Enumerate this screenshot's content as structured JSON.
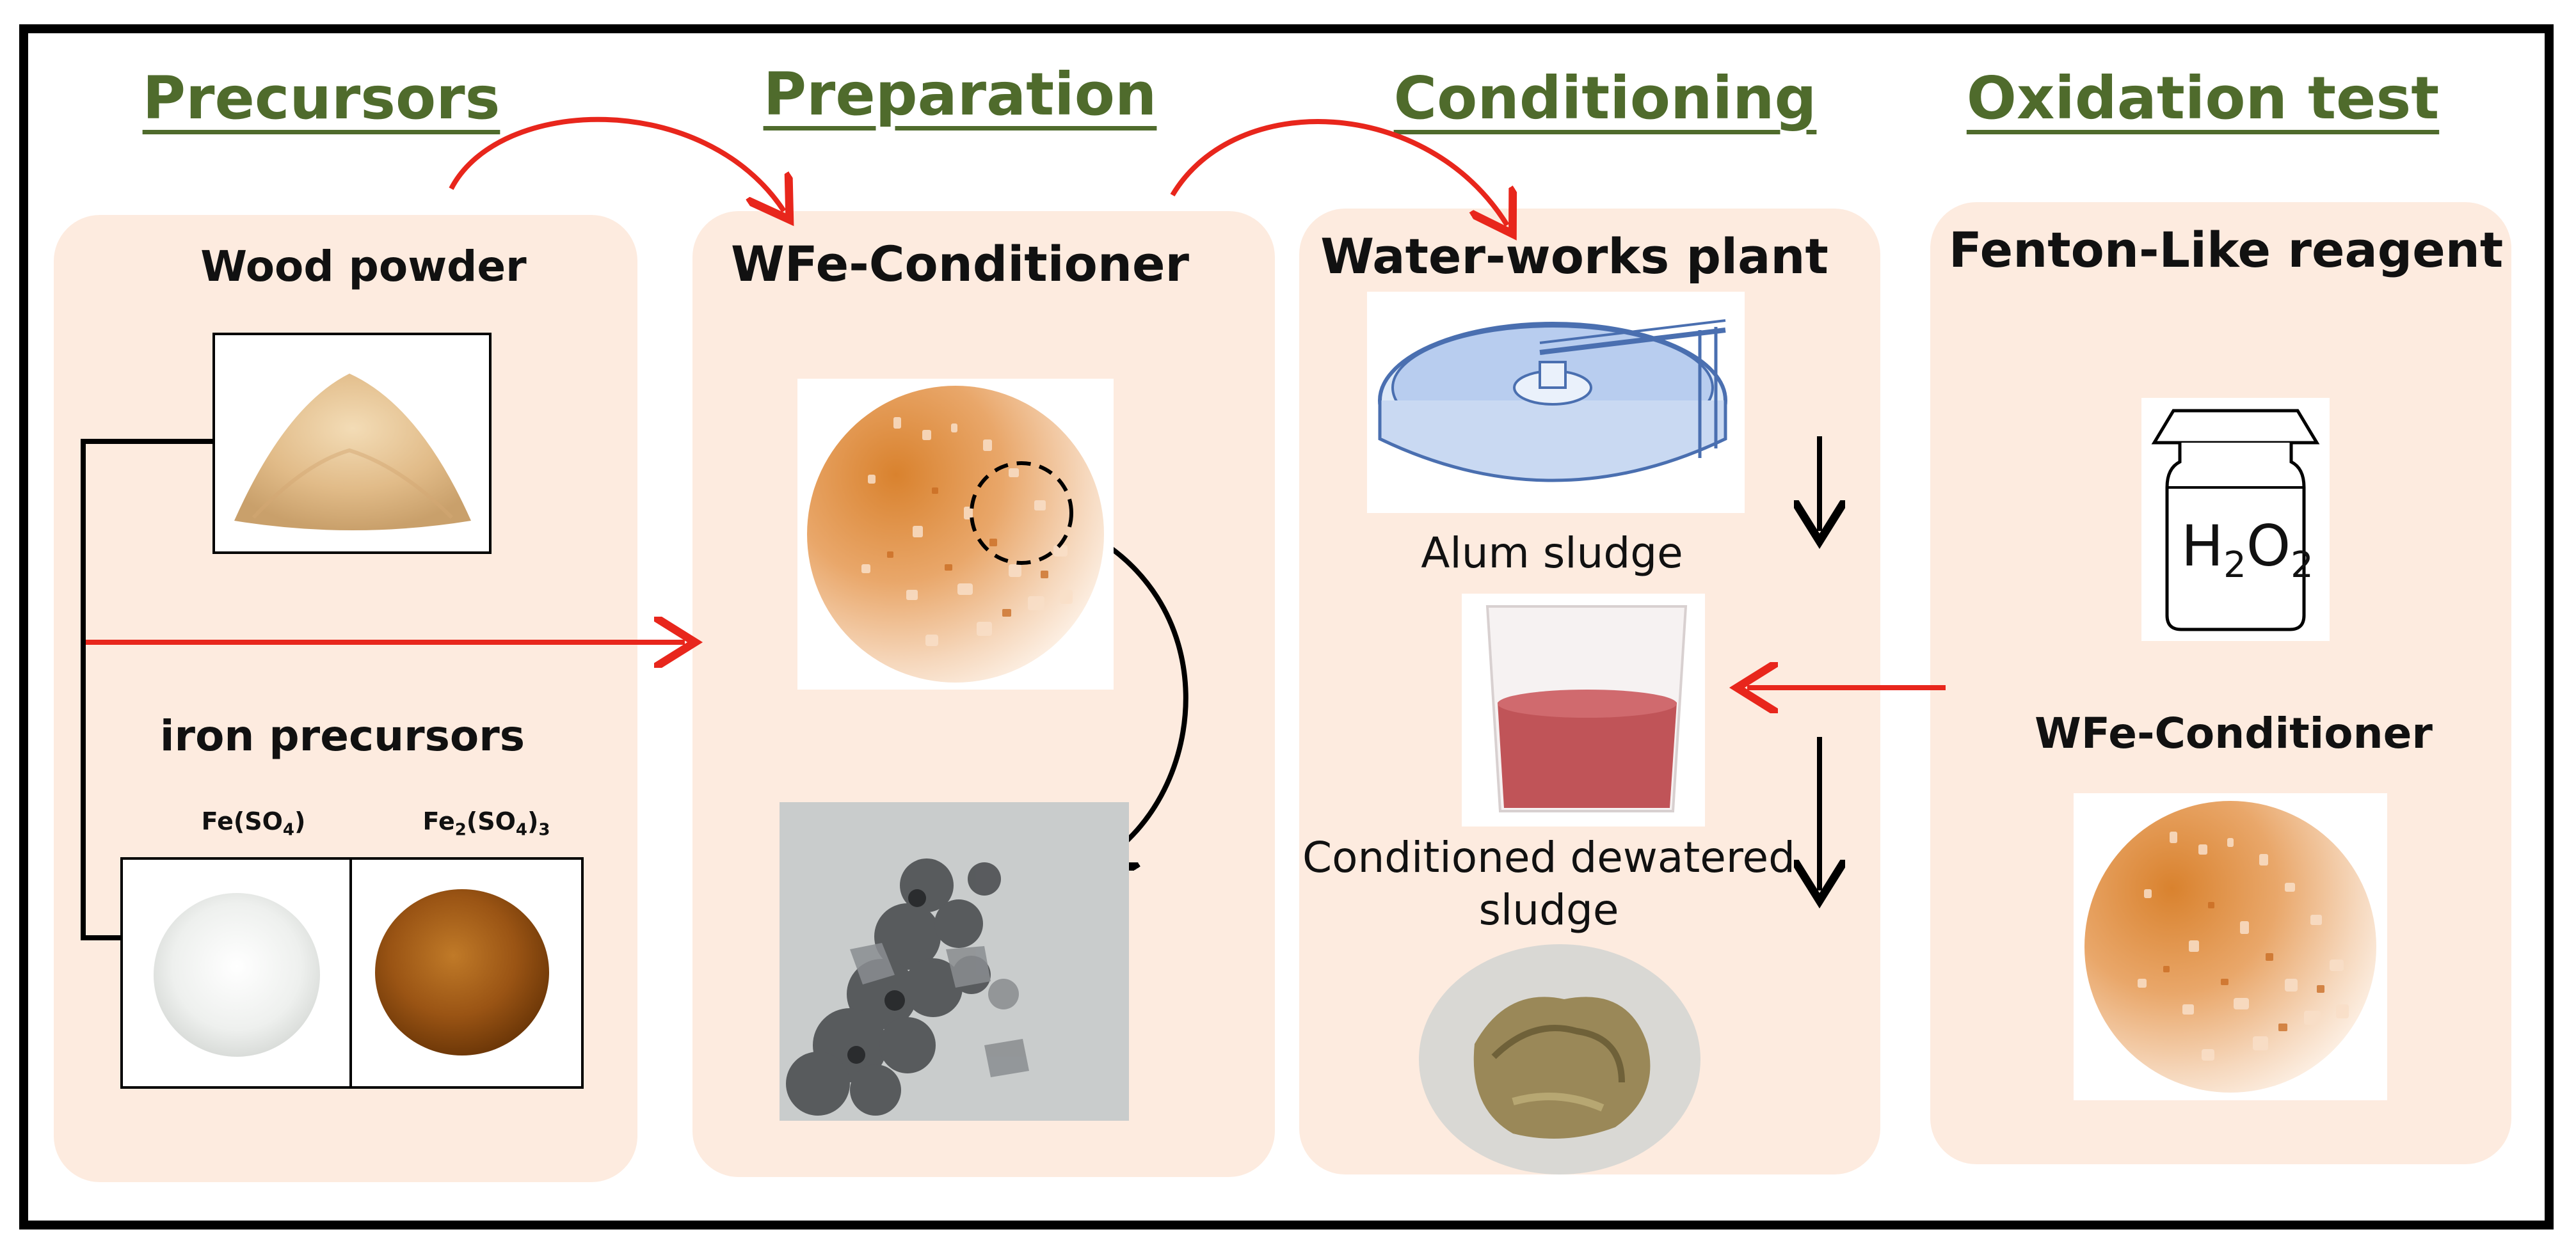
{
  "headings": {
    "precursors": "Precursors",
    "preparation": "Preparation",
    "conditioning": "Conditioning",
    "oxidation": "Oxidation test"
  },
  "precursors_panel": {
    "wood_title": "Wood powder",
    "iron_title": "iron precursors",
    "fe_so4_label": "Fe(SO",
    "fe_so4_sub": "4",
    "fe_so4_end": ")",
    "fe2_label_a": "Fe",
    "fe2_sub_a": "2",
    "fe2_label_b": "(SO",
    "fe2_sub_b": "4",
    "fe2_label_c": ")",
    "fe2_sub_c": "3"
  },
  "preparation_panel": {
    "title": "WFe-Conditioner"
  },
  "conditioning_panel": {
    "title": "Water-works plant",
    "alum_label": "Alum sludge",
    "dewatered_line1": "Conditioned dewatered",
    "dewatered_line2": "sludge"
  },
  "oxidation_panel": {
    "title": "Fenton-Like reagent",
    "bottle_label": "H",
    "bottle_sub1": "2",
    "bottle_mid": "O",
    "bottle_sub2": "2",
    "conditioner_label": "WFe-Conditioner"
  },
  "colors": {
    "panel_bg": "#fdebdf",
    "heading": "#4f6b2c",
    "arrow_red": "#e8261c",
    "frame": "#000000"
  }
}
